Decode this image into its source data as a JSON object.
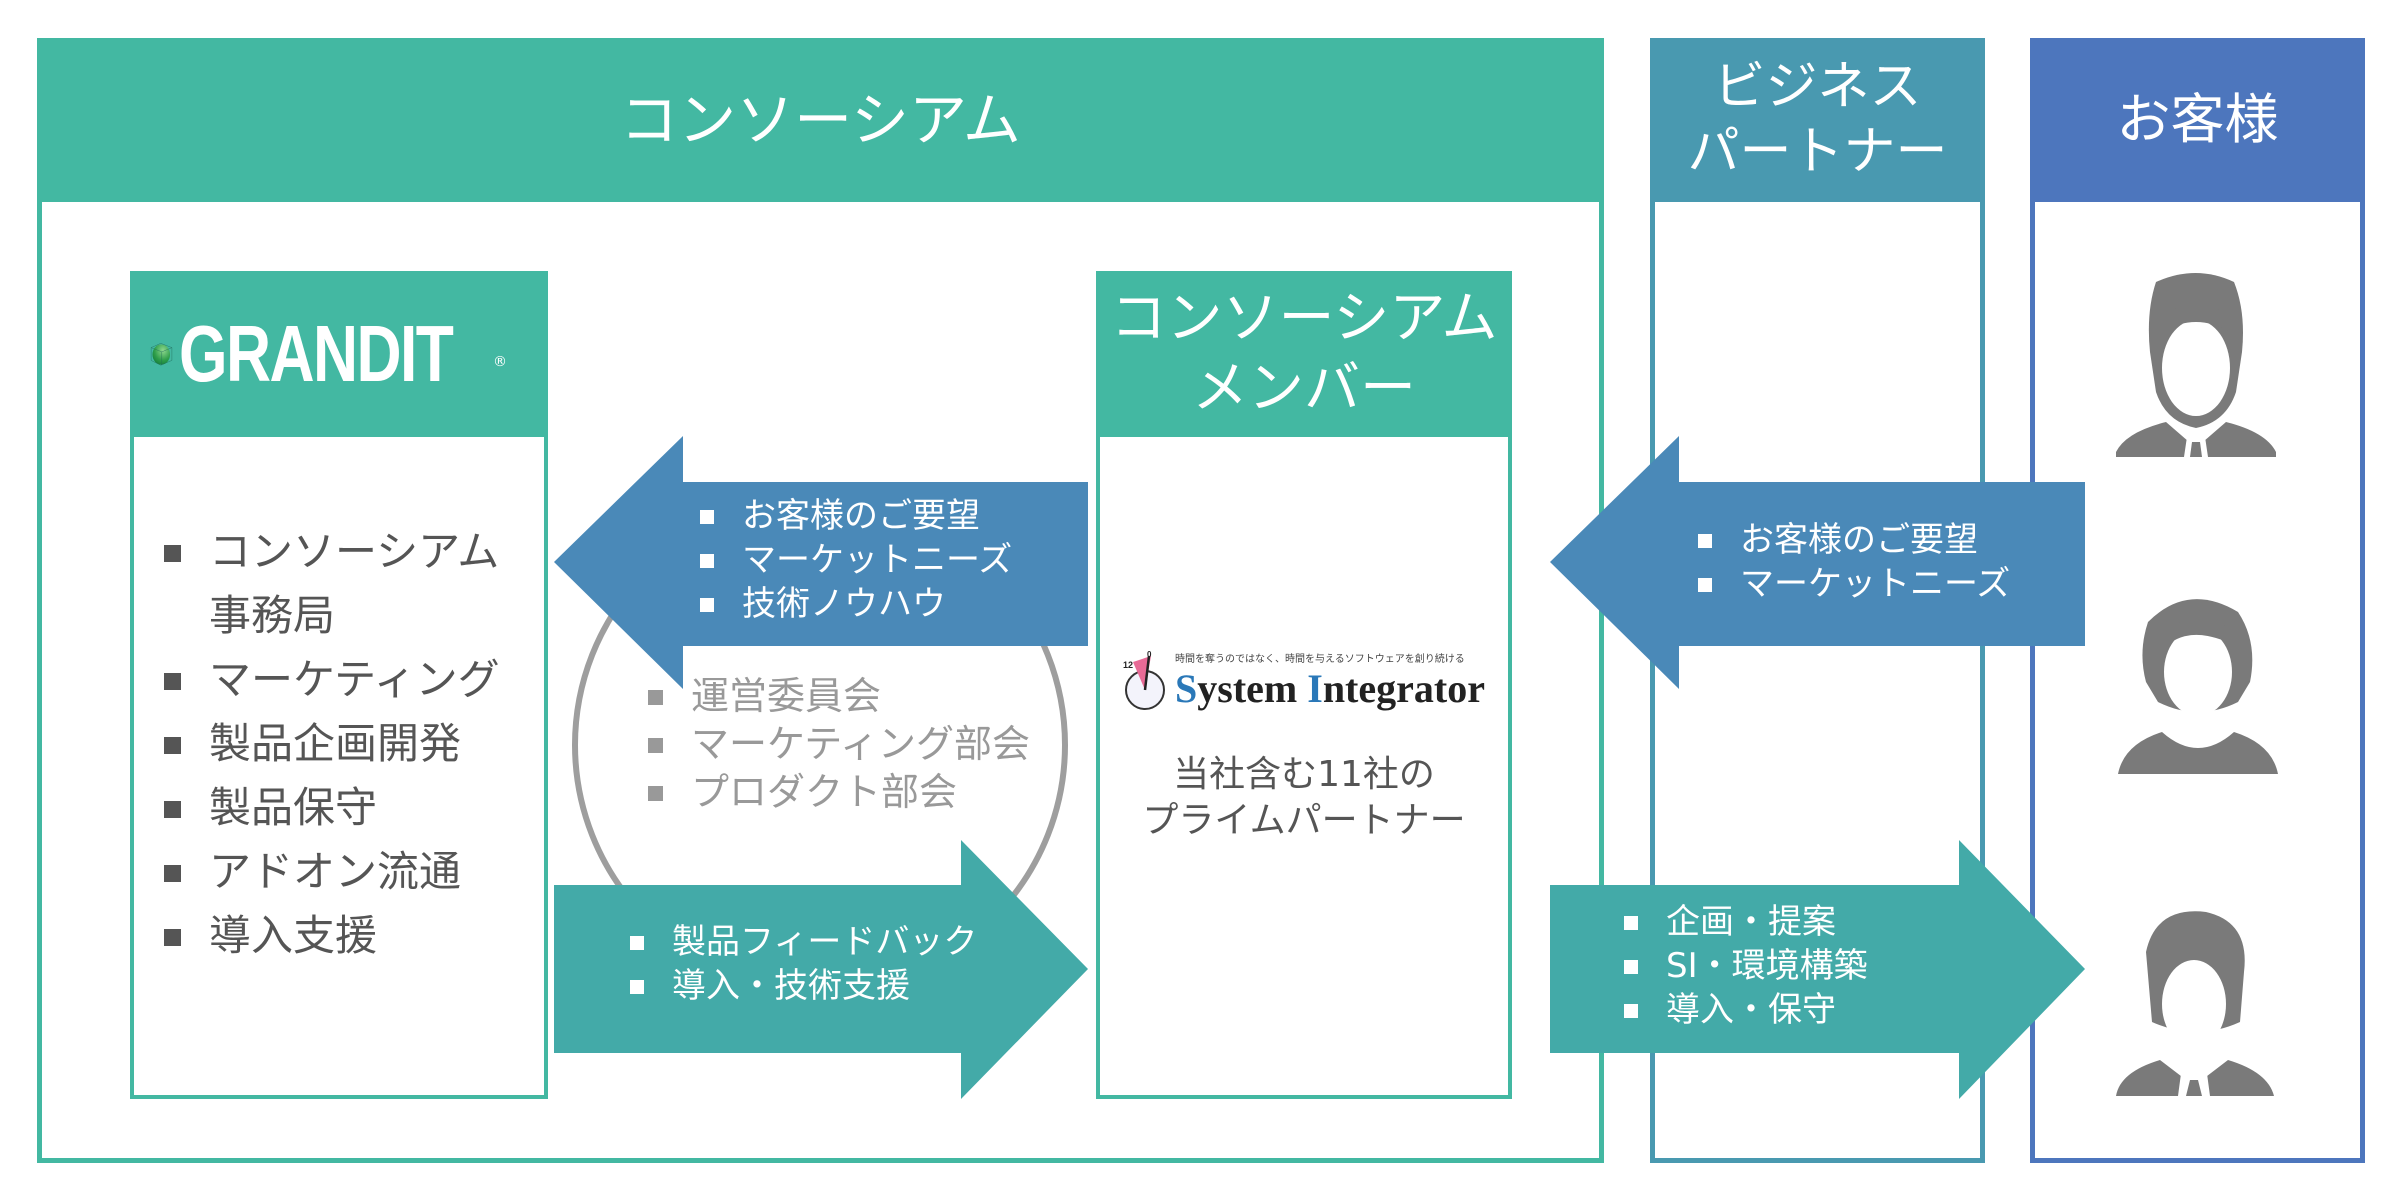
{
  "colors": {
    "consortium": "#43b8a2",
    "business_partner": "#4999b0",
    "customer": "#4d76bd",
    "arrow_blue": "#4a89b8",
    "arrow_teal": "#43aaa8",
    "circle_gray": "#9e9e9e",
    "avatar_gray": "#7a7a7a"
  },
  "columns": {
    "consortium": {
      "title": "コンソーシアム"
    },
    "business_partner": {
      "title_line1": "ビジネス",
      "title_line2": "パートナー"
    },
    "customer": {
      "title": "お客様"
    }
  },
  "grandit": {
    "logo_text": "GRANDIT",
    "logo_reg": "®",
    "items": [
      "コンソーシアム",
      "事務局",
      "マーケティング",
      "製品企画開発",
      "製品保守",
      "アドオン流通",
      "導入支援"
    ]
  },
  "member": {
    "title_line1": "コンソーシアム",
    "title_line2": "メンバー",
    "company_tagline": "時間を奪うのではなく、時間を与えるソフトウェアを創り続ける",
    "company_name_s": "S",
    "company_name_ystem": "ystem ",
    "company_name_i": "I",
    "company_name_ntegrator": "ntegrator",
    "note_line1": "当社含む11社の",
    "note_line2": "プライムパートナー"
  },
  "circle": {
    "items": [
      "運営委員会",
      "マーケティング部会",
      "プロダクト部会"
    ]
  },
  "arrows": {
    "member_to_grandit": {
      "items": [
        "お客様のご要望",
        "マーケットニーズ",
        "技術ノウハウ"
      ]
    },
    "grandit_to_member": {
      "items": [
        "製品フィードバック",
        "導入・技術支援"
      ]
    },
    "customer_to_partner": {
      "items": [
        "お客様のご要望",
        "マーケットニーズ"
      ]
    },
    "partner_to_customer": {
      "items": [
        "企画・提案",
        "SI・環境構築",
        "導入・保守"
      ]
    }
  },
  "customers": [
    {
      "icon": "businessman-icon"
    },
    {
      "icon": "woman-icon"
    },
    {
      "icon": "young-businessman-icon"
    }
  ]
}
